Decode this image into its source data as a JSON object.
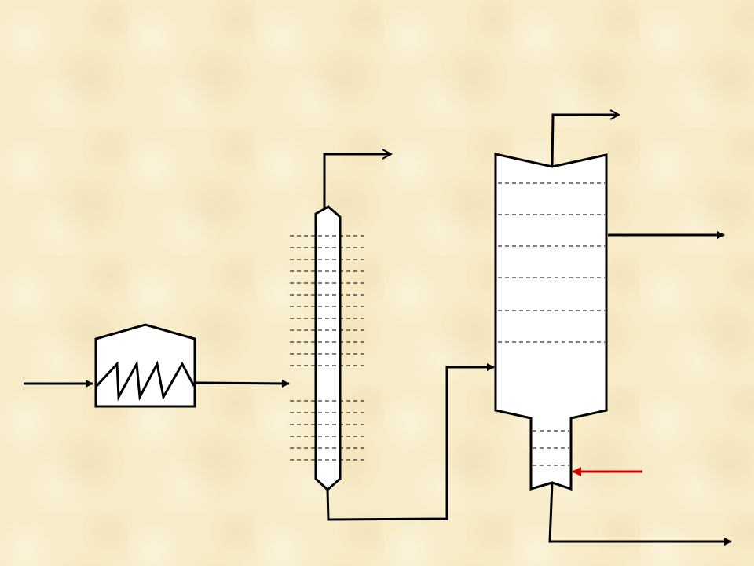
{
  "diagram": {
    "type": "process-flow",
    "colors": {
      "background": "#f8ecc8",
      "line": "#000000",
      "vessel_fill": "#ffffff",
      "highlight_stream": "#cc0000"
    },
    "units": [
      {
        "id": "heater",
        "kind": "fired-heater-with-coil"
      },
      {
        "id": "tall-column",
        "kind": "packed-or-trayed-column",
        "trays_upper": 12,
        "trays_lower": 6
      },
      {
        "id": "fractionator",
        "kind": "column-with-boot",
        "trays_main": 6,
        "trays_boot": 3
      }
    ],
    "streams": [
      {
        "id": "feed-in",
        "to": "heater"
      },
      {
        "id": "heater-out",
        "from": "heater"
      },
      {
        "id": "column-overhead",
        "from": "tall-column"
      },
      {
        "id": "column-bottoms",
        "from": "tall-column",
        "to": "fractionator"
      },
      {
        "id": "fractionator-overhead",
        "from": "fractionator"
      },
      {
        "id": "fractionator-side-draw",
        "from": "fractionator"
      },
      {
        "id": "steam-in",
        "to": "fractionator",
        "highlighted": true
      },
      {
        "id": "fractionator-bottoms",
        "from": "fractionator"
      }
    ]
  }
}
